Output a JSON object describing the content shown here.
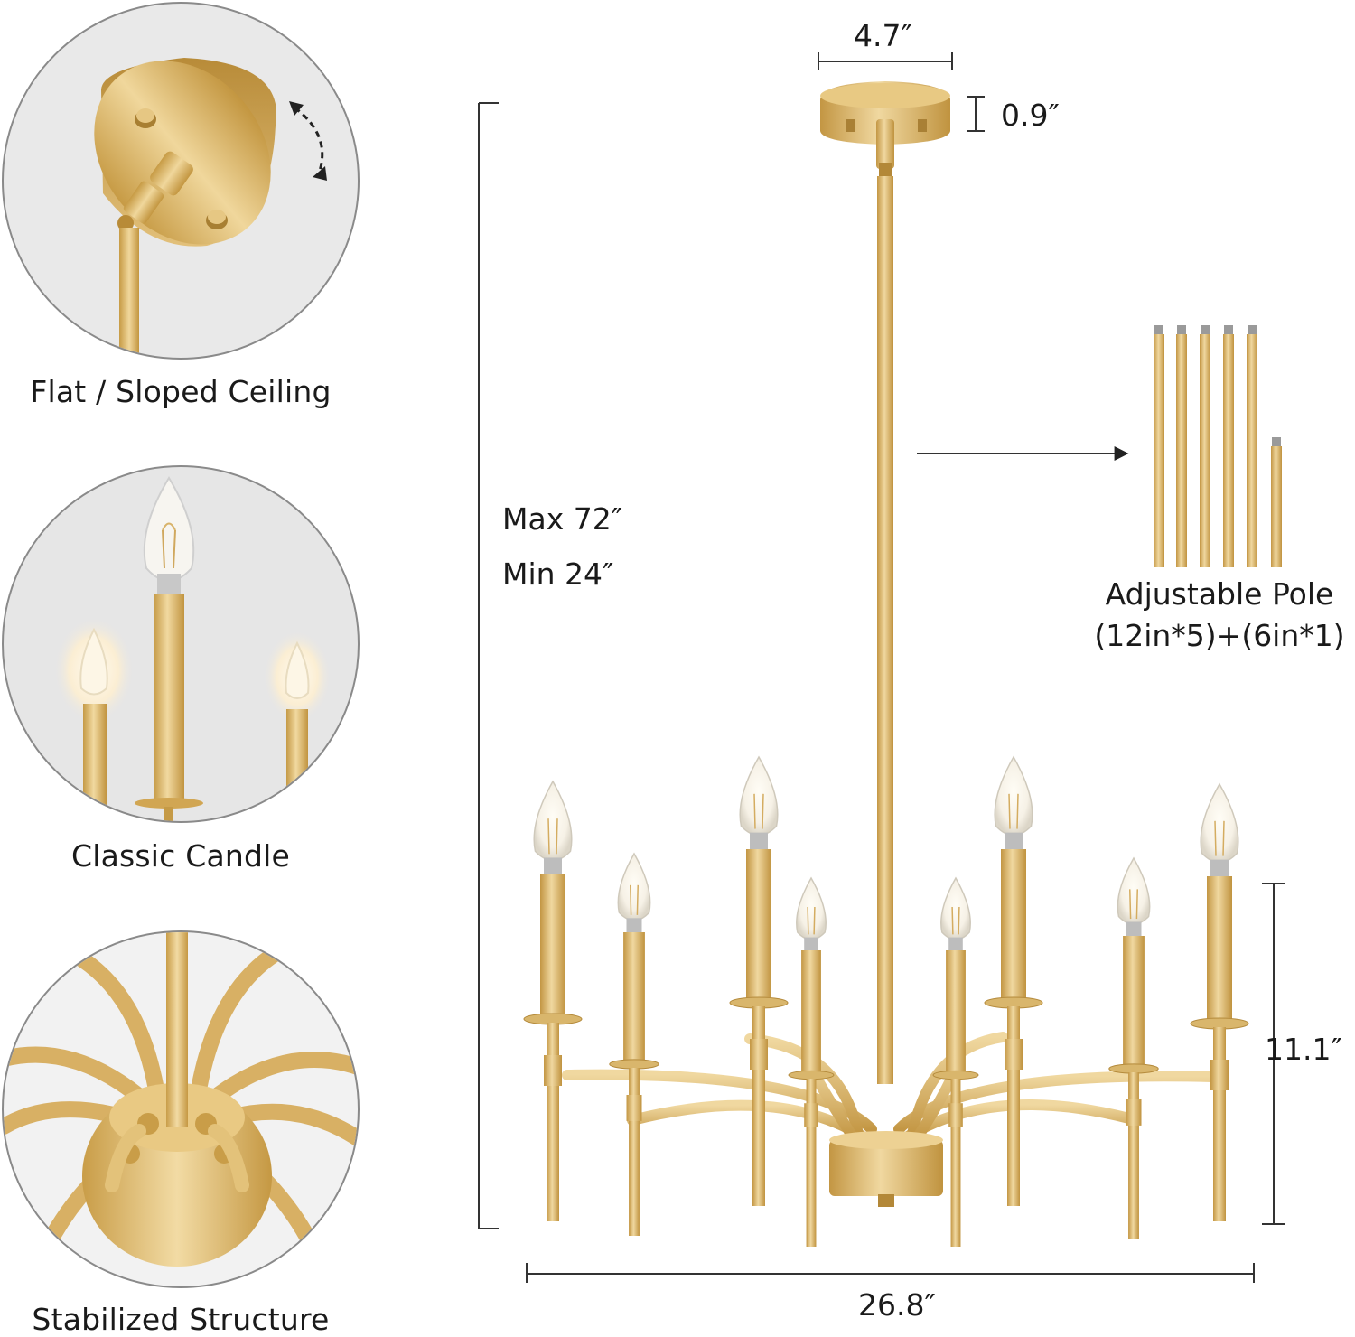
{
  "features": [
    {
      "label": "Flat / Sloped Ceiling"
    },
    {
      "label": "Classic Candle"
    },
    {
      "label": "Stabilized Structure"
    }
  ],
  "dimensions": {
    "canopy_width": "4.7″",
    "canopy_height": "0.9″",
    "max_height": "Max 72″",
    "min_height": "Min 24″",
    "body_height": "11.1″",
    "body_width": "26.8″"
  },
  "pole": {
    "title": "Adjustable Pole",
    "spec": "(12in*5)+(6in*1)"
  },
  "colors": {
    "gold": "#d4ae5a",
    "gold_dark": "#b08a3a",
    "gold_light": "#efd59a",
    "line": "#333333"
  }
}
